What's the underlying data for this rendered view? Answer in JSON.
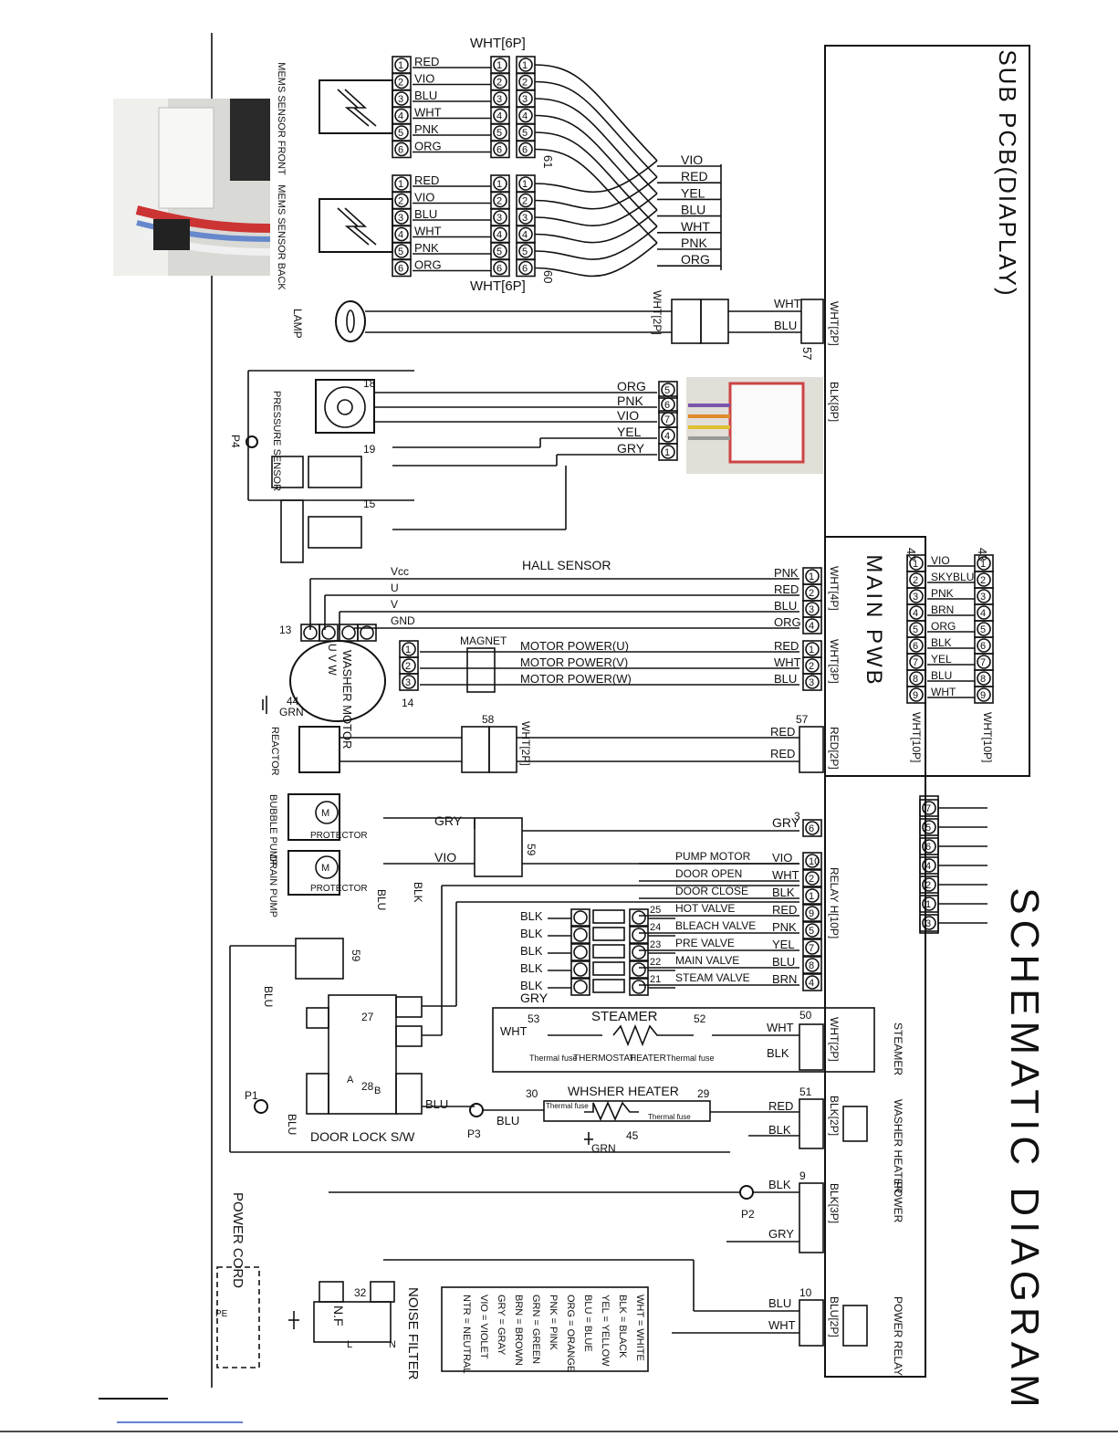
{
  "header": {
    "title": "SCHEMATIC DIAGRAM",
    "sub_pcb": "SUB PCB(DIAPLAY)",
    "main_pwb": "MAIN PWB"
  },
  "sensors": {
    "front_label": "MEMS SENSOR FRONT",
    "back_label": "MEMS SENSOR BACK",
    "front_wires": [
      "RED",
      "VIO",
      "BLU",
      "WHT",
      "PNK",
      "ORG"
    ],
    "back_wires": [
      "RED",
      "VIO",
      "BLU",
      "WHT",
      "PNK",
      "ORG"
    ],
    "connector_top": "WHT[6P]",
    "connector_bottom": "WHT[6P]",
    "node_61": "61",
    "node_60": "60",
    "sub_pcb_wires": [
      "VIO",
      "RED",
      "YEL",
      "BLU",
      "WHT",
      "PNK",
      "ORG"
    ]
  },
  "lamp": {
    "label": "LAMP",
    "connector": "WHT[2P]",
    "wires": [
      "WHT",
      "BLU"
    ],
    "sub_connector": "WHT[2P]",
    "node": "57"
  },
  "pressure": {
    "label": "PRESSURE SENSOR",
    "node18": "18",
    "node19": "19",
    "node15": "15",
    "p4": "P4",
    "wires": [
      "ORG",
      "PNK",
      "VIO",
      "YEL",
      "GRY"
    ],
    "pins": [
      "5",
      "6",
      "7",
      "4",
      "1"
    ],
    "connector": "BLK[8P]"
  },
  "hall": {
    "title": "HALL SENSOR",
    "labels": [
      "Vcc",
      "U",
      "V",
      "GND"
    ],
    "wires": [
      "PNK",
      "RED",
      "BLU",
      "ORG"
    ],
    "connector": "WHT[4P]",
    "node": "1"
  },
  "motor": {
    "label": "WASHER MOTOR",
    "uvw": "U  V  W",
    "magnet": "MAGNET",
    "power": [
      "MOTOR POWER(U)",
      "MOTOR POWER(V)",
      "MOTOR POWER(W)"
    ],
    "wires": [
      "RED",
      "WHT",
      "BLU"
    ],
    "connector": "WHT[3P]",
    "node2": "2",
    "node13": "13",
    "node14": "14",
    "node44": "44",
    "grn": "GRN"
  },
  "sub_connector": {
    "node": "43",
    "wires": [
      "VIO",
      "SKYBLU",
      "PNK",
      "BRN",
      "ORG",
      "BLK",
      "YEL",
      "BLU",
      "WHT"
    ],
    "label": "WHT[10P]",
    "main_node": "42",
    "main_label": "WHT[10P]"
  },
  "reactor": {
    "label": "REACTOR",
    "node58": "58",
    "connector": "WHT[2P]",
    "wires": [
      "RED",
      "RED"
    ],
    "main_node": "57",
    "main_connector": "RED[2P]"
  },
  "pumps": {
    "bubble": "BUBBLE PUMP",
    "drain": "DRAIN PUMP",
    "protector": "PROTECTOR",
    "gry": "GRY",
    "vio": "VIO",
    "blk": "BLK",
    "blu": "BLU",
    "node59": "59"
  },
  "relay": {
    "connector": "RELAY H[10P]",
    "node3": "3",
    "items": [
      {
        "label": "PUMP MOTOR",
        "wire": "VIO",
        "pin": "10"
      },
      {
        "label": "DOOR OPEN",
        "wire": "WHT",
        "pin": "2"
      },
      {
        "label": "DOOR CLOSE",
        "wire": "BLK",
        "pin": "1"
      },
      {
        "label": "HOT VALVE",
        "wire": "RED",
        "pin": "9"
      },
      {
        "label": "BLEACH VALVE",
        "wire": "PNK",
        "pin": "5"
      },
      {
        "label": "PRE VALVE",
        "wire": "YEL",
        "pin": "7"
      },
      {
        "label": "MAIN VALVE",
        "wire": "BLU",
        "pin": "8"
      },
      {
        "label": "STEAM VALVE",
        "wire": "BRN",
        "pin": "4"
      }
    ],
    "gry_top": "GRY",
    "valve_nodes": [
      "25",
      "24",
      "23",
      "22",
      "21"
    ],
    "blk_wires": [
      "BLK",
      "BLK",
      "BLK",
      "BLK",
      "BLK"
    ],
    "gry_bottom": "GRY",
    "side_pins": [
      "7",
      "5",
      "6",
      "4",
      "2",
      "1",
      "3"
    ]
  },
  "steamer": {
    "title": "STEAMER",
    "node53": "53",
    "node52": "52",
    "node50": "50",
    "wht": "WHT",
    "wht_left": "WHT",
    "blk": "BLK",
    "connector": "WHT[2P]",
    "side": "STEAMER",
    "thermal1": "Thermal fuse",
    "thermal2": "Thermal fuse",
    "thermostat": "THERMOSTAT",
    "heater": "HEATER"
  },
  "washer_heater": {
    "title": "WHSHER HEATER",
    "node30": "30",
    "node29": "29",
    "node45": "45",
    "node51": "51",
    "grn": "GRN",
    "blu": "BLU",
    "red": "RED",
    "blk": "BLK",
    "connector": "BLK[2P]",
    "side": "WASHER HEATER",
    "thermal1": "Thermal fuse",
    "thermal2": "Thermal fuse"
  },
  "door_lock": {
    "label": "DOOR LOCK S/W",
    "node27": "27",
    "node28": "28",
    "p1": "P1",
    "p3": "P3",
    "blu": "BLU",
    "blu2": "BLU",
    "blu3": "BLU",
    "node59": "59",
    "a": "A",
    "b": "B"
  },
  "power": {
    "node9": "9",
    "blk": "BLK",
    "gry": "GRY",
    "connector": "BLK[3P]",
    "side": "POWER",
    "p2": "P2",
    "node10": "10",
    "blu": "BLU",
    "wht": "WHT",
    "relay_connector": "BLU[2P]",
    "relay": "POWER RELAY",
    "cord": "POWER CORD",
    "pe": "PE",
    "filter": "NOISE FILTER",
    "nf": "N.F",
    "node32": "32",
    "n": "N",
    "l": "L"
  },
  "legend": [
    "WHT = WHITE",
    "BLK = BLACK",
    "YEL = YELLOW",
    "BLU = BLUE",
    "ORG = ORANGE",
    "PNK = PINK",
    "GRN = GREEN",
    "BRN = BROWN",
    "GRY = GRAY",
    "VIO = VIOLET",
    "NTR = NEUTRAL"
  ],
  "colors": {
    "ink": "#111111",
    "photo_bg": "#d9d9d6",
    "link": "#3355cc"
  }
}
